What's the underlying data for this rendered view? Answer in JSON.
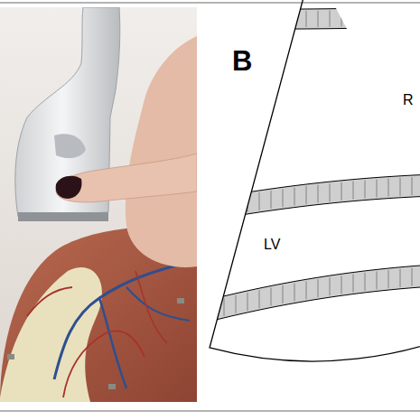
{
  "diagram": {
    "labels": [
      "B",
      "R",
      "LV"
    ]
  }
}
